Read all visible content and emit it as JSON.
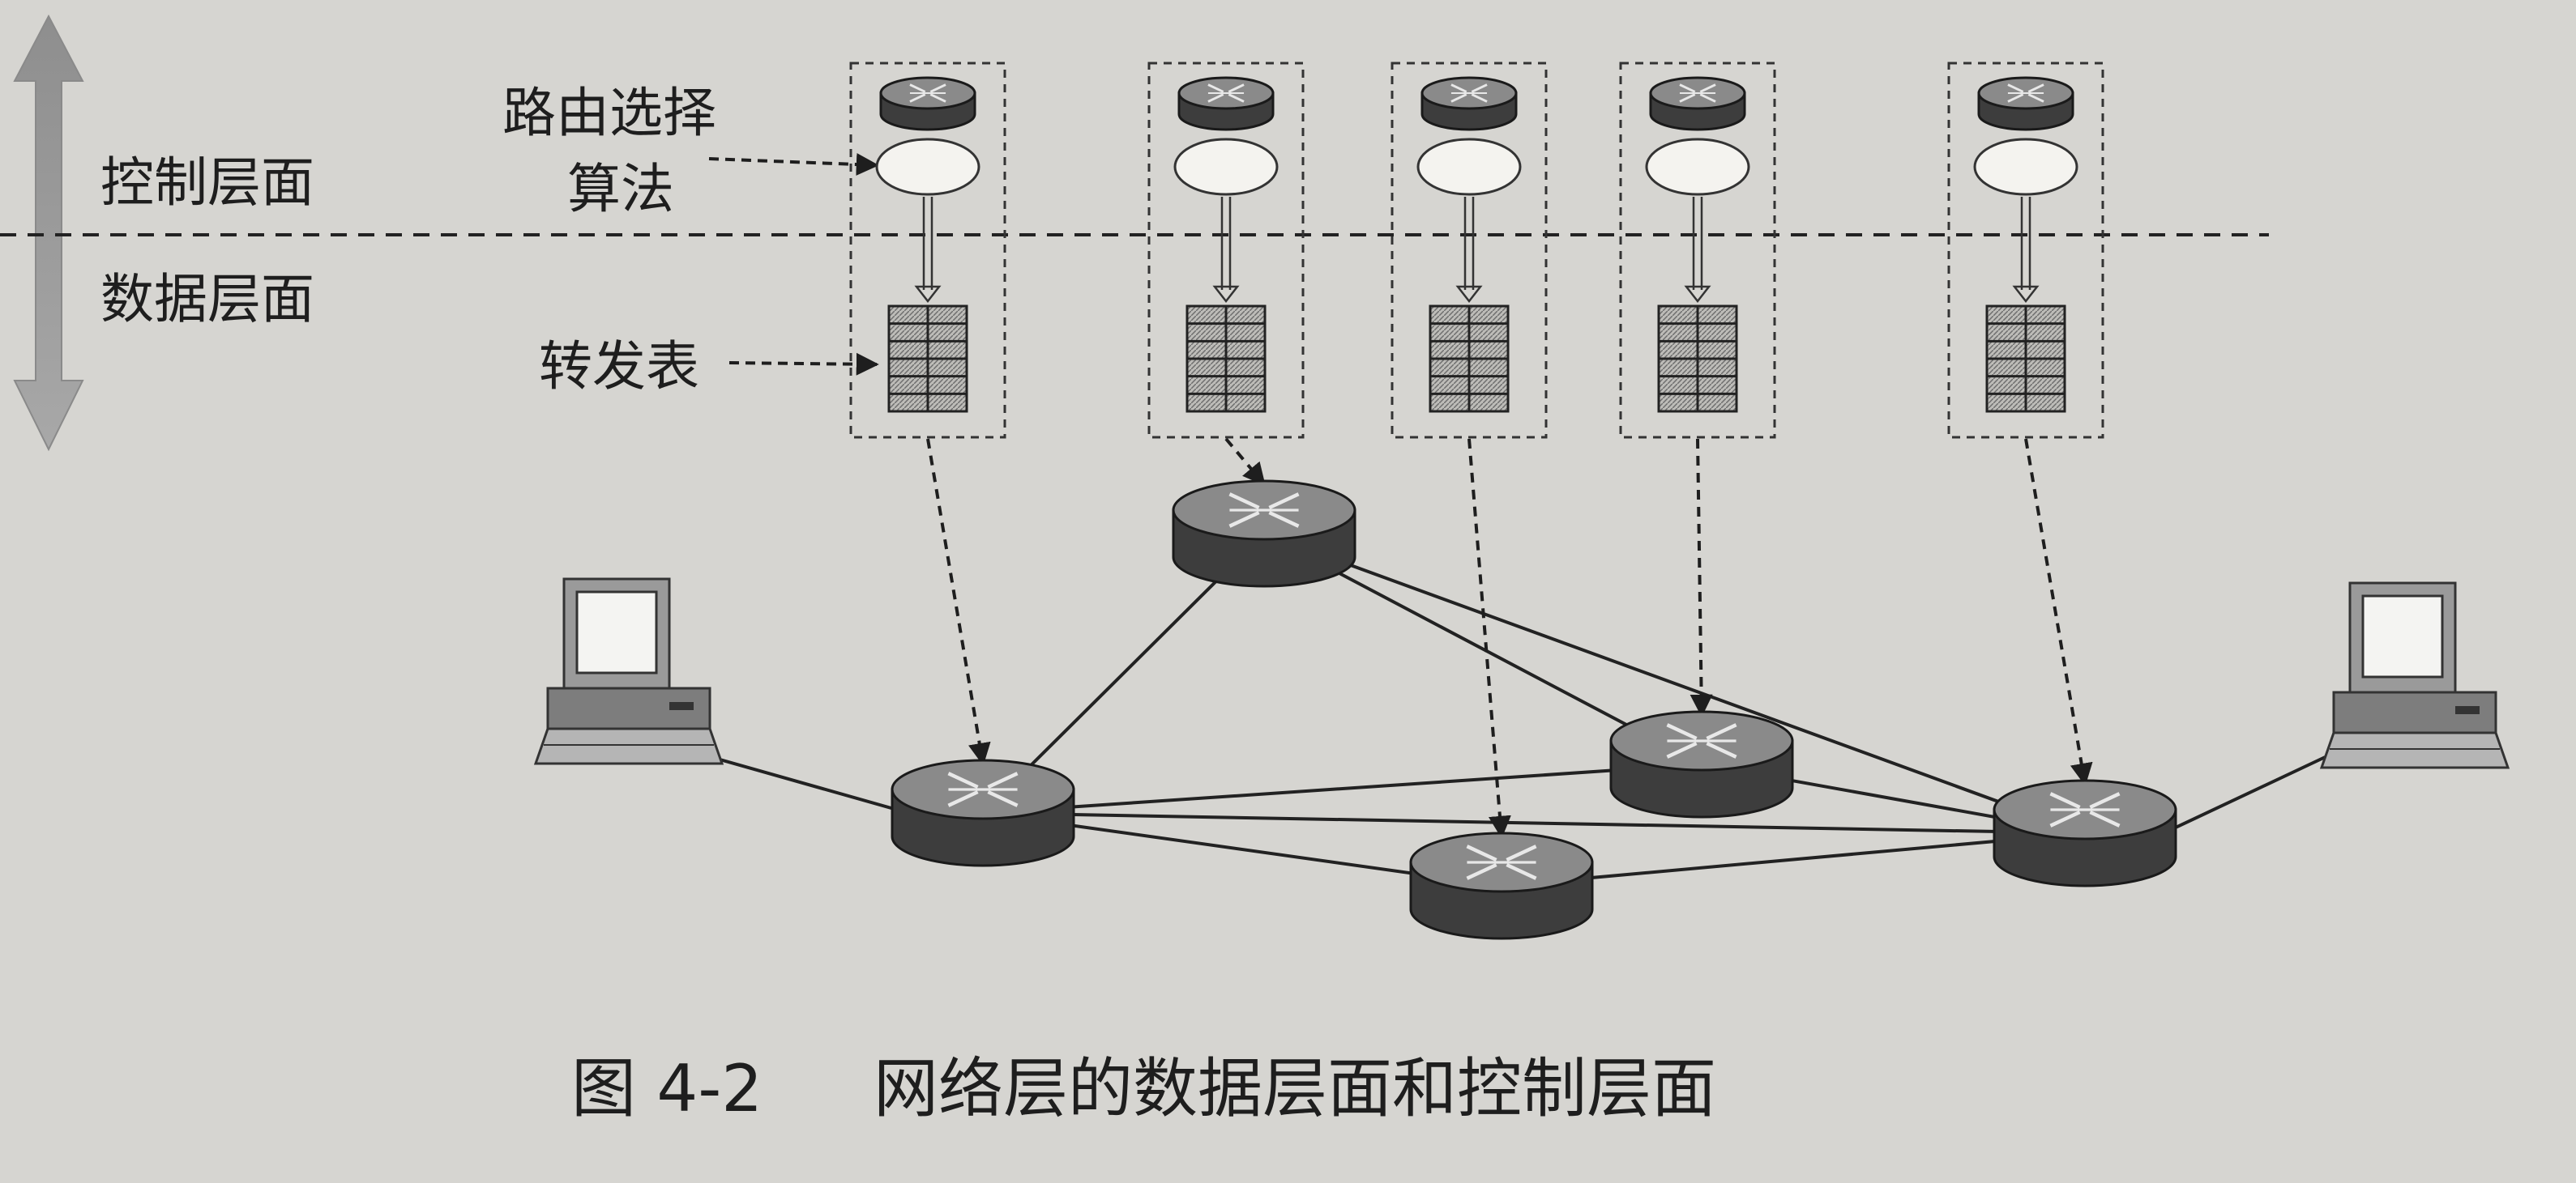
{
  "labels": {
    "routing_algorithm_line1": "路由选择",
    "routing_algorithm_line2": "算法",
    "control_plane": "控制层面",
    "data_plane": "数据层面",
    "forwarding_table": "转发表"
  },
  "caption": {
    "figure_number": "图 4-2",
    "title": "网络层的数据层面和控制层面"
  },
  "colors": {
    "background": "#d6d5d1",
    "router_dark": "#3d3d3d",
    "router_top": "#8a8a8a",
    "ink": "#1e1e1e"
  },
  "icons": {
    "router": "router-icon",
    "computer": "desktop-computer-icon",
    "algorithm": "routing-algorithm-ellipse",
    "table": "forwarding-table-grid"
  }
}
